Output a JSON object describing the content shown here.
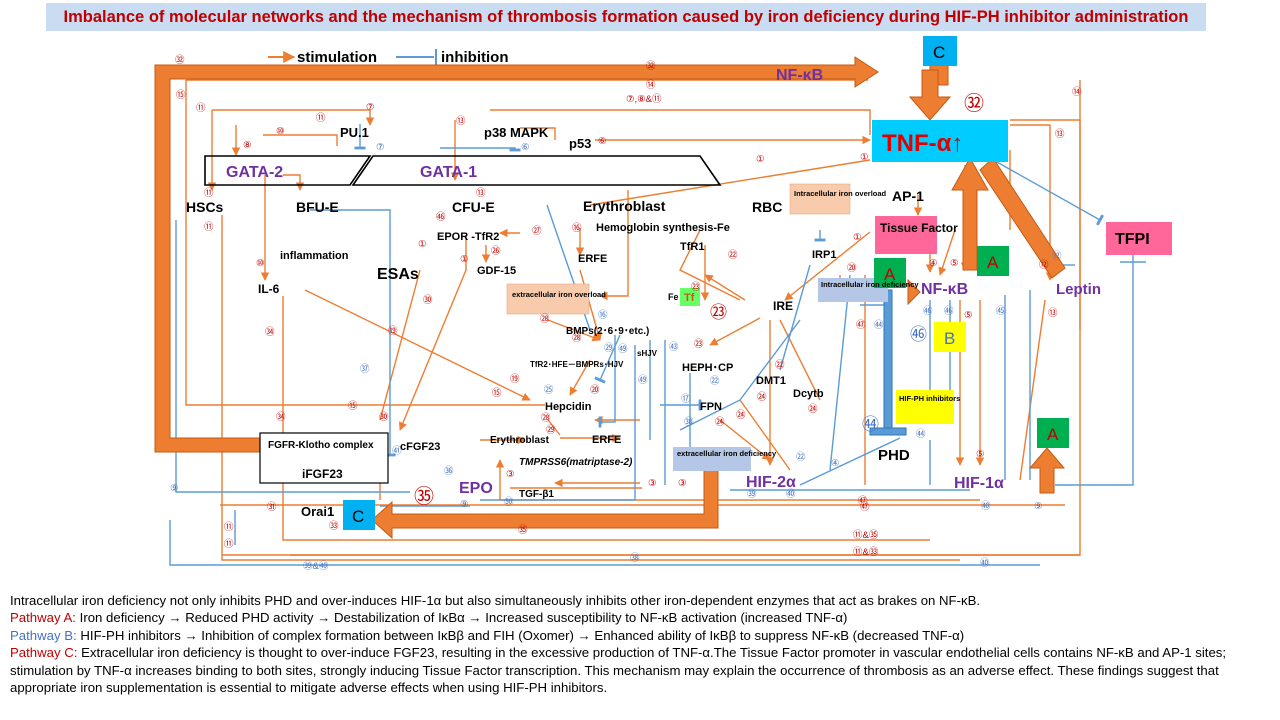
{
  "title": "Imbalance of molecular networks and the mechanism of thrombosis formation caused by iron deficiency during HIF-PH inhibitor administration",
  "legend": {
    "stimulation": "stimulation",
    "inhibition": "inhibition"
  },
  "nodes": {
    "nfkb_top": "NF-κB",
    "tnfa": "TNF-α↑",
    "pu1": "PU.1",
    "p38": "p38 MAPK",
    "p53": "p53",
    "gata2": "GATA-2",
    "gata1": "GATA-1",
    "hscs": "HSCs",
    "bfue": "BFU-E",
    "cfue": "CFU-E",
    "erythroblast": "Erythroblast",
    "rbc": "RBC",
    "hemoglobin": "Hemoglobin synthesis-Fe",
    "epor": "EPOR -TfR2",
    "esas": "ESAs",
    "gdf15": "GDF-15",
    "erfe_top": "ERFE",
    "inflammation": "inflammation",
    "il6": "IL-6",
    "tfr1": "TfR1",
    "tf": "Tf",
    "fe3_tf": "Fe",
    "ext_iron_overload": "extracellular iron overload",
    "bmps": "BMPs(2･6･9･etc.)",
    "tfr2_complex": "TfR2･HFE－BMPRs･HJV",
    "shjv": "sHJV",
    "hephcp": "HEPH･CP",
    "dmt1": "DMT1",
    "fpn": "FPN",
    "dcytb": "Dcytb",
    "hepcidin": "Hepcidin",
    "fgfr": "FGFR-Klotho complex",
    "ifgf23": "iFGF23",
    "cfgf23": "cFGF23",
    "erythroblast2": "Erythroblast",
    "erfe_bottom": "ERFE",
    "tmprss6": "TMPRSS6(matriptase-2)",
    "ext_iron_def": "extracellular iron deficiency",
    "epo": "EPO",
    "tgfb": "TGF-β1",
    "hif2a": "HIF-2α",
    "hif1a": "HIF-1α",
    "phd": "PHD",
    "hifph": "HIF-PH inhibitors",
    "ap1": "AP-1",
    "tissue_factor": "Tissue Factor",
    "tfpi": "TFPI",
    "irp1": "IRP1",
    "ire": "IRE",
    "intra_iron_overload": "Intracellular iron overload",
    "intra_iron_def": "Intracellular iron deficiency",
    "nfkb_right": "NF-κB",
    "leptin": "Leptin",
    "orai1": "Orai1"
  },
  "pathway_labels": {
    "a": "A",
    "b": "B",
    "c": "C"
  },
  "numbers": [
    "①",
    "③",
    "④",
    "⑤",
    "⑥",
    "⑦",
    "⑧",
    "⑨",
    "⑩",
    "⑪",
    "⑫",
    "⑬",
    "⑭",
    "⑮",
    "⑯",
    "⑰",
    "⑱",
    "⑲",
    "⑳",
    "㉑",
    "㉒",
    "㉓",
    "㉔",
    "㉕",
    "㉖",
    "㉗",
    "㉘",
    "㉙",
    "㉚",
    "㉛",
    "㉜",
    "㉝",
    "㉞",
    "㉟",
    "㊱",
    "㊲",
    "㊳",
    "㊵",
    "㊶",
    "㊷",
    "㊸",
    "㊹",
    "㊺",
    "㊻",
    "㊼",
    "㊽",
    "㊾",
    "㊿",
    "㊴",
    "⑦,⑧&⑪",
    "⑪&㉟",
    "⑪&㉝",
    "㊴&㊵"
  ],
  "caption": {
    "intro": "Intracellular iron deficiency not only inhibits PHD and over-induces HIF-1α but also simultaneously inhibits other iron-dependent enzymes that act as brakes on NF-κB.",
    "a_label": "Pathway A:",
    "a_text": "Iron deficiency → Reduced PHD activity → Destabilization of IκBα → Increased susceptibility to NF-κB activation (increased TNF-α)",
    "b_label": "Pathway B:",
    "b_text": "HIF-PH inhibitors → Inhibition of complex formation between IκBβ and FIH (Oxomer) → Enhanced ability of IκBβ to suppress NF-κB (decreased TNF-α)",
    "c_label": "Pathway C:",
    "c_text": "Extracellular iron deficiency is thought to over-induce FGF23, resulting in the excessive production of TNF-α.The Tissue Factor promoter in vascular endothelial cells contains NF-κB and AP-1 sites; stimulation by TNF-α increases binding to both sites, strongly inducing Tissue Factor transcription. This mechanism may explain the occurrence of thrombosis as an adverse effect. These findings suggest that appropriate iron supplementation is essential to mitigate adverse effects when using HIF-PH inhibitors."
  },
  "colors": {
    "stimulation": "#ed7d31",
    "inhibition": "#5b9bd5",
    "purple": "#7030a0",
    "cyan": "#00b0f0",
    "pink": "#ff6699",
    "green": "#00b050",
    "yellow": "#ffff00",
    "red": "#c00000",
    "blue_text": "#4472c4"
  }
}
